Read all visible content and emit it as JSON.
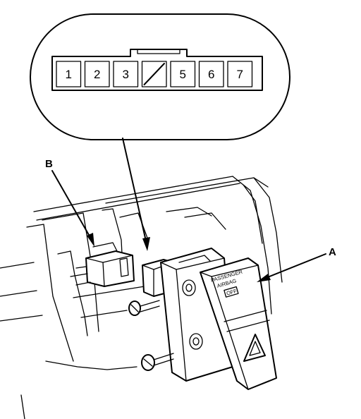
{
  "connector": {
    "pins": [
      {
        "label": "1"
      },
      {
        "label": "2"
      },
      {
        "label": "3"
      },
      {
        "label": ""
      },
      {
        "label": "5"
      },
      {
        "label": "6"
      },
      {
        "label": "7"
      }
    ]
  },
  "callouts": {
    "a": "A",
    "b": "B"
  },
  "switch": {
    "line1": "PASSENGER",
    "line2": "AIRBAG",
    "line3": "OFF"
  }
}
